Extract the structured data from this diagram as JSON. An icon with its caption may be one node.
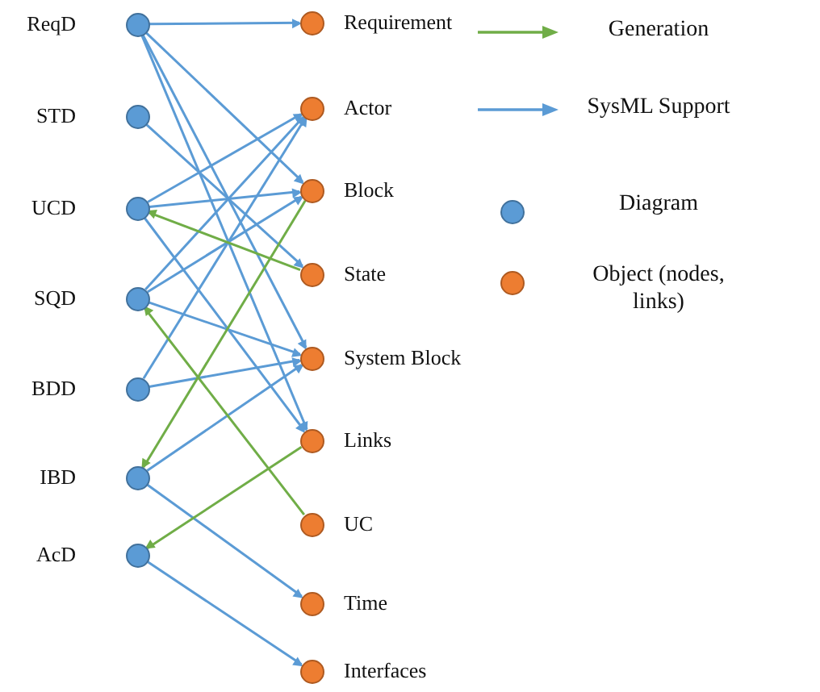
{
  "diagram": {
    "nodes": [
      {
        "text": [],
        "shape": "circle",
        "beside": [
          "ReqD"
        ]
      },
      {
        "text": [],
        "shape": "circle",
        "beside": [
          "STD"
        ]
      },
      {
        "text": [],
        "shape": "circle",
        "beside": [
          "UCD"
        ]
      },
      {
        "text": [],
        "shape": "circle",
        "beside": [
          "SQD"
        ]
      },
      {
        "text": [],
        "shape": "circle",
        "beside": [
          "BDD"
        ]
      },
      {
        "text": [],
        "shape": "circle",
        "beside": [
          "IBD"
        ]
      },
      {
        "text": [],
        "shape": "circle",
        "beside": [
          "AcD"
        ]
      },
      {
        "text": [],
        "shape": "circle",
        "beside": [
          "Requirement"
        ]
      },
      {
        "text": [],
        "shape": "circle",
        "beside": [
          "Actor"
        ]
      },
      {
        "text": [],
        "shape": "circle",
        "beside": [
          "Block"
        ]
      },
      {
        "text": [],
        "shape": "circle",
        "beside": [
          "State"
        ]
      },
      {
        "text": [],
        "shape": "circle",
        "beside": [
          "System Block"
        ]
      },
      {
        "text": [],
        "shape": "circle",
        "beside": [
          "Links"
        ]
      },
      {
        "text": [],
        "shape": "circle",
        "beside": [
          "UC"
        ]
      },
      {
        "text": [],
        "shape": "circle",
        "beside": [
          "Time"
        ]
      },
      {
        "text": [],
        "shape": "circle",
        "beside": [
          "Interfaces"
        ]
      }
    ],
    "edges": [
      {
        "from": 0,
        "to": 7,
        "arrow": "to"
      },
      {
        "from": 0,
        "to": 9,
        "arrow": "to"
      },
      {
        "from": 0,
        "to": 11,
        "arrow": "to"
      },
      {
        "from": 0,
        "to": 12,
        "arrow": "to"
      },
      {
        "from": 1,
        "to": 10,
        "arrow": "to"
      },
      {
        "from": 2,
        "to": 8,
        "arrow": "to"
      },
      {
        "from": 2,
        "to": 9,
        "arrow": "to"
      },
      {
        "from": 2,
        "to": 12,
        "arrow": "to"
      },
      {
        "from": 3,
        "to": 8,
        "arrow": "to"
      },
      {
        "from": 3,
        "to": 9,
        "arrow": "to"
      },
      {
        "from": 3,
        "to": 11,
        "arrow": "to"
      },
      {
        "from": 4,
        "to": 8,
        "arrow": "to"
      },
      {
        "from": 4,
        "to": 11,
        "arrow": "to"
      },
      {
        "from": 5,
        "to": 11,
        "arrow": "to"
      },
      {
        "from": 5,
        "to": 14,
        "arrow": "to"
      },
      {
        "from": 6,
        "to": 15,
        "arrow": "to"
      },
      {
        "from": 10,
        "to": 2,
        "arrow": "to",
        "color": "#70ad47"
      },
      {
        "from": 13,
        "to": 3,
        "arrow": "to",
        "color": "#70ad47"
      },
      {
        "from": 9,
        "to": 5,
        "arrow": "to",
        "color": "#70ad47"
      },
      {
        "from": 12,
        "to": 6,
        "arrow": "to",
        "color": "#70ad47"
      }
    ],
    "legend": [
      {
        "text": "Generation",
        "color": "#70ad47"
      },
      {
        "text": "SysML Support",
        "color": "#5b9bd5"
      },
      {
        "text": "Diagram",
        "color": "#5b9bd5"
      },
      {
        "text": "Object (nodes, links)",
        "color": "#ed7d31"
      }
    ]
  }
}
